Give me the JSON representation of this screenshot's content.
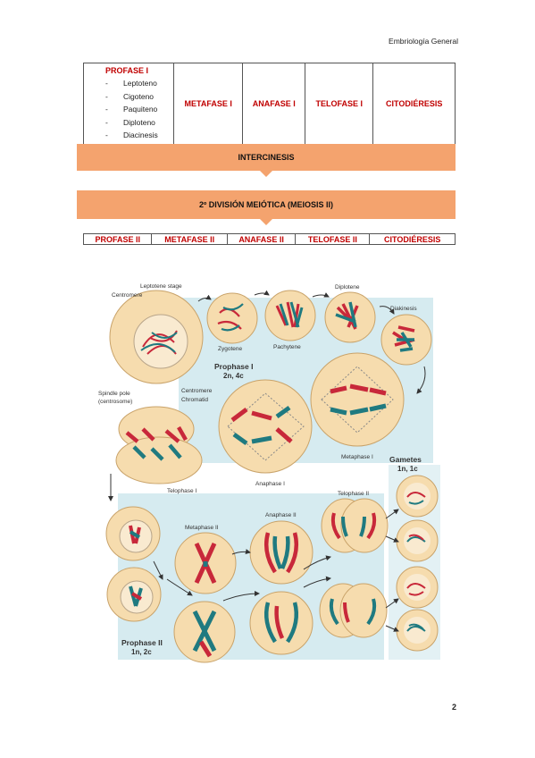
{
  "header": "Embriología General",
  "page_number": "2",
  "table1": {
    "prophase_title": "PROFASE I",
    "prophase_stages": [
      "Leptoteno",
      "Cigoteno",
      "Paquiteno",
      "Diploteno",
      "Diacinesis"
    ],
    "cols": [
      "METAFASE I",
      "ANAFASE I",
      "TELOFASE I",
      "CITODIÉRESIS"
    ]
  },
  "interkinesis": "INTERCINESIS",
  "meiosis2": "2º DIVISIÓN MEIÓTICA (MEIOSIS II)",
  "table2": [
    "PROFASE II",
    "METAFASE II",
    "ANAFASE II",
    "TELOFASE II",
    "CITODIÉRESIS"
  ],
  "figure": {
    "labels": {
      "leptotene": "Leptotene stage",
      "centromere_top": "Centromere",
      "zygotene": "Zygotene",
      "pachytene": "Pachytene",
      "diplotene": "Diplotene",
      "diakinesis": "Diakinesis",
      "prophase1": "Prophase I",
      "prophase1_sub": "2n, 4c",
      "spindle": "Spindle pole",
      "spindle2": "(centrosome)",
      "centromere_mid": "Centromere",
      "chromatid": "Chromatid",
      "metaphase1": "Metaphase I",
      "telophase1": "Telophase I",
      "anaphase1": "Anaphase I",
      "gametes": "Gametes",
      "gametes_sub": "1n, 1c",
      "metaphase2": "Metaphase II",
      "anaphase2": "Anaphase II",
      "telophase2": "Telophase II",
      "prophase2": "Prophase II",
      "prophase2_sub": "1n, 2c"
    },
    "colors": {
      "red": "#c8283a",
      "teal": "#1f7a80",
      "cell": "#f6dcae",
      "bg": "#d6ebf0"
    }
  }
}
